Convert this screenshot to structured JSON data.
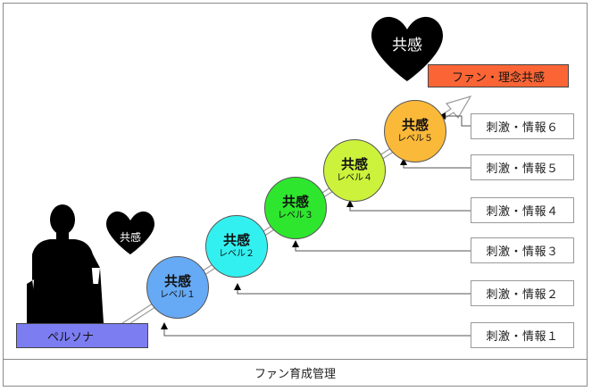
{
  "diagram": {
    "persona_label": "ペルソナ",
    "goal_label": "ファン・理念共感",
    "small_heart_label": "共感",
    "big_heart_label": "共感",
    "footer_label": "ファン育成管理",
    "levels": [
      {
        "title": "共感",
        "sub": "レベル１",
        "color": "#66aaf6"
      },
      {
        "title": "共感",
        "sub": "レベル２",
        "color": "#33f0f0"
      },
      {
        "title": "共感",
        "sub": "レベル３",
        "color": "#2ee62e"
      },
      {
        "title": "共感",
        "sub": "レベル４",
        "color": "#ccf23c"
      },
      {
        "title": "共感",
        "sub": "レベル５",
        "color": "#fbb93a"
      }
    ],
    "stimuli": [
      "刺激・情報６",
      "刺激・情報５",
      "刺激・情報４",
      "刺激・情報３",
      "刺激・情報２",
      "刺激・情報１"
    ],
    "colors": {
      "persona_fill": "#7d7df2",
      "goal_fill": "#fb6536",
      "heart": "#000000"
    }
  }
}
